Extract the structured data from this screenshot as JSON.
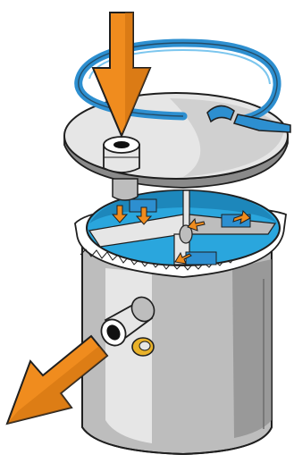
{
  "diagram": {
    "colors": {
      "outline": "#1f1f1f",
      "steel_light": "#e6e6e6",
      "steel_mid": "#bdbdbd",
      "steel_dark": "#8a8a8a",
      "steel_shadow": "#6e6e6e",
      "interior_blue": "#2aa6dd",
      "interior_blue_dark": "#1a7fb3",
      "clamp_ring": "#2d8fd0",
      "clamp_ring_light": "#7cc6ee",
      "flow_arrow": "#f08c1e",
      "flow_arrow_dark": "#c56a0c",
      "seal_white": "#ffffff",
      "cap_yellow": "#e9b22a",
      "pipe_black": "#111111"
    },
    "arrows": [
      {
        "name": "inflow-arrow",
        "direction": "down"
      },
      {
        "name": "outflow-arrow",
        "direction": "down-left"
      },
      {
        "name": "internal-flow-arrow",
        "direction": "down"
      }
    ]
  }
}
